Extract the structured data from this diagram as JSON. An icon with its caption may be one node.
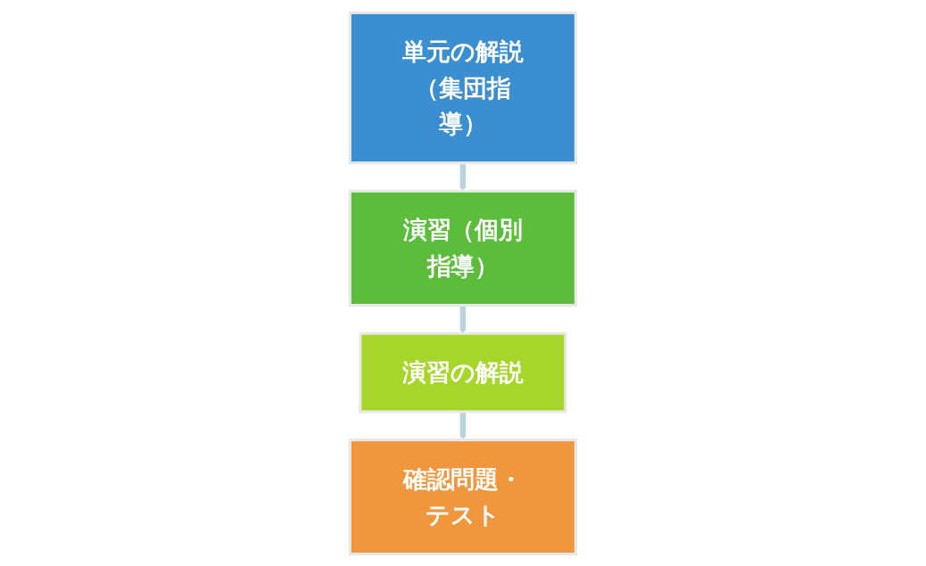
{
  "diagram": {
    "nodes": [
      {
        "text": [
          "単元の解説（集団指導）"
        ]
      },
      {
        "text": [
          "演習（個別指導）"
        ]
      },
      {
        "text": [
          "演習の解説"
        ]
      },
      {
        "text": [
          "確認問題・テスト"
        ]
      }
    ],
    "edges": [
      {
        "from": 0,
        "to": 1,
        "arrow": "to"
      },
      {
        "from": 1,
        "to": 2,
        "arrow": "to"
      },
      {
        "from": 2,
        "to": 3,
        "arrow": "to"
      }
    ]
  }
}
